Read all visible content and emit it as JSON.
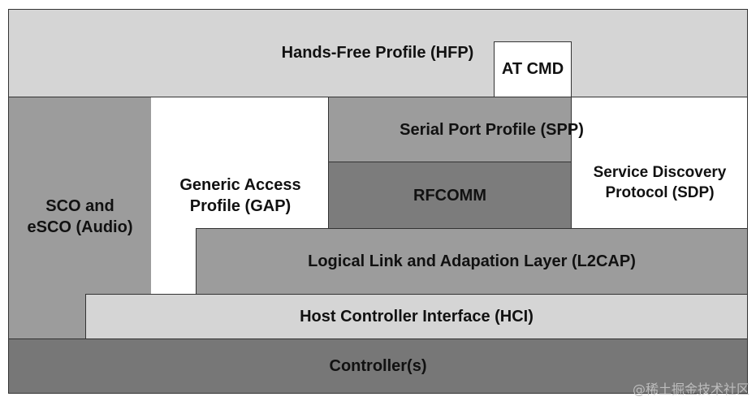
{
  "colors": {
    "light": "#d5d5d5",
    "medium": "#9c9c9c",
    "dark": "#7c7c7c",
    "darker": "#777777",
    "white": "#ffffff"
  },
  "layers": {
    "hfp": "Hands-Free Profile (HFP)",
    "at_cmd": "AT CMD",
    "sco": "SCO and\neSCO (Audio)",
    "gap": "Generic Access\nProfile (GAP)",
    "spp": "Serial Port Profile (SPP)",
    "rfcomm": "RFCOMM",
    "sdp": "Service Discovery\nProtocol (SDP)",
    "l2cap": "Logical Link and Adapation Layer (L2CAP)",
    "hci": "Host Controller Interface (HCI)",
    "controller": "Controller(s)"
  },
  "watermark": "@稀土掘金技术社区"
}
